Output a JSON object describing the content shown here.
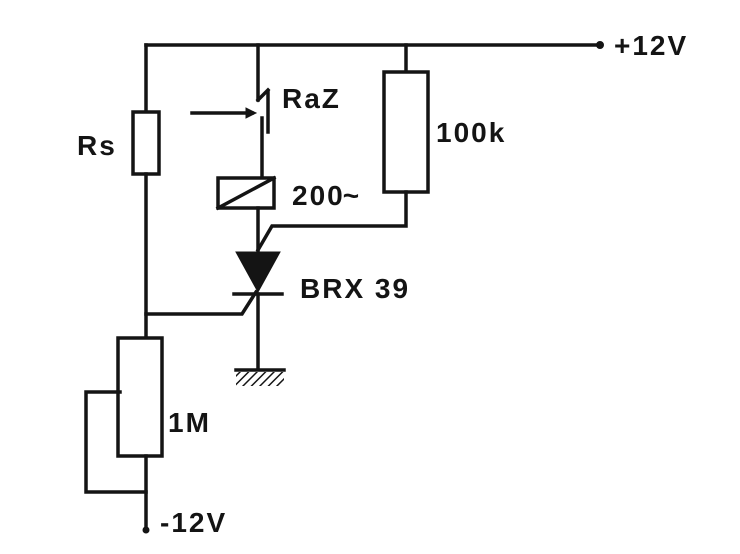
{
  "supply": {
    "positive": "+12V",
    "negative": "-12V"
  },
  "components": {
    "rs": "Rs",
    "switch": "RaZ",
    "relay": "200",
    "relay_unit": "~",
    "resistor": "100k",
    "thyristor": "BRX 39",
    "potentiometer": "1M"
  },
  "colors": {
    "ink": "#141414",
    "paper": "#ffffff"
  }
}
